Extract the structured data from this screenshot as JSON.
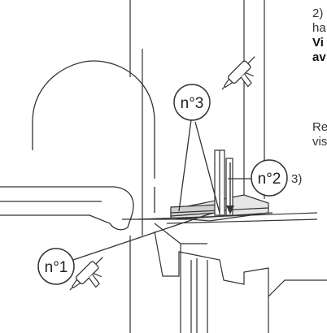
{
  "labels": {
    "n1": "n°1",
    "n2": "n°2",
    "n3": "n°3"
  },
  "side_text": {
    "line1": "2)",
    "line2": "ha",
    "line3_bold": "Vi",
    "line4_bold": "av",
    "line5": "Re",
    "line6": "vis",
    "line7": "3)"
  },
  "icons": {
    "sealant_gun": "caulking-gun-icon"
  },
  "colors": {
    "stroke": "#333333",
    "fill_gray": "#e6e6e6"
  }
}
